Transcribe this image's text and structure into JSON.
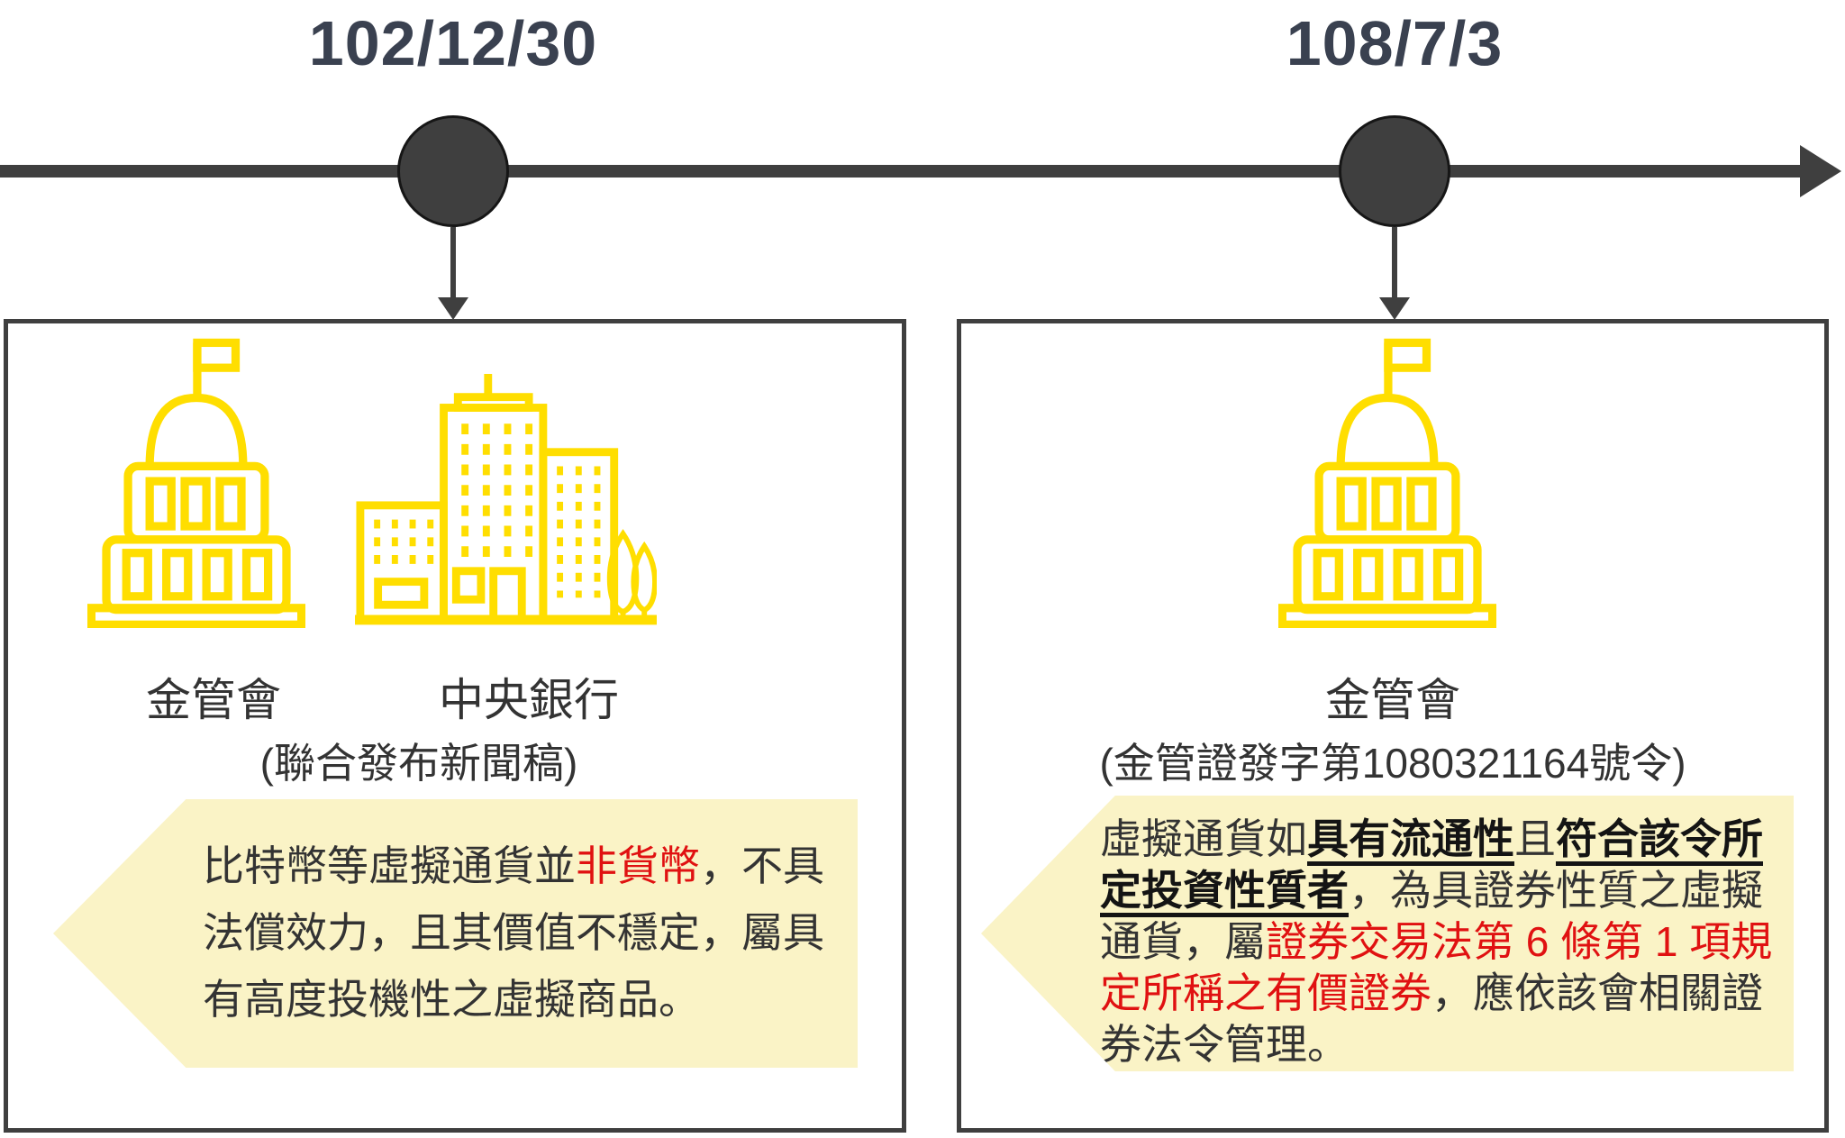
{
  "timeline": {
    "events": [
      {
        "date": "102/12/30"
      },
      {
        "date": "108/7/3"
      }
    ]
  },
  "cards": {
    "left": {
      "org1": "金管會",
      "org2": "中央銀行",
      "subtitle": "(聯合發布新聞稿)",
      "icons": [
        "government-building-icon",
        "central-bank-buildings-icon"
      ],
      "callout": {
        "segments": [
          {
            "style": "normal",
            "text": "比特幣等虛擬通貨並"
          },
          {
            "style": "red",
            "text": "非貨幣"
          },
          {
            "style": "normal",
            "text": "，不具法償效力，且其價值不穩定，屬具有高度投機性之虛擬商品。"
          }
        ]
      }
    },
    "right": {
      "org1": "金管會",
      "subtitle": "(金管證發字第1080321164號令)",
      "icons": [
        "government-building-icon"
      ],
      "callout": {
        "segments": [
          {
            "style": "normal",
            "text": "虛擬通貨如"
          },
          {
            "style": "bold-underline",
            "text": "具有流通性"
          },
          {
            "style": "normal",
            "text": "且"
          },
          {
            "style": "bold-underline",
            "text": "符合該令所定投資性質者"
          },
          {
            "style": "normal",
            "text": "，為具證券性質之虛擬通貨，屬"
          },
          {
            "style": "red",
            "text": "證券交易法第 6 條第 1 項規定所稱之有價證券"
          },
          {
            "style": "normal",
            "text": "，應依該會相關證券法令管理。"
          }
        ]
      }
    }
  },
  "colors": {
    "accent_yellow": "#FFDE00",
    "callout_background": "#FAF3C6",
    "timeline_dark": "#3F3F3F",
    "date_text": "#3A4150",
    "body_text": "#333333",
    "emphasis_text": "#141414",
    "red_text": "#E01111"
  }
}
